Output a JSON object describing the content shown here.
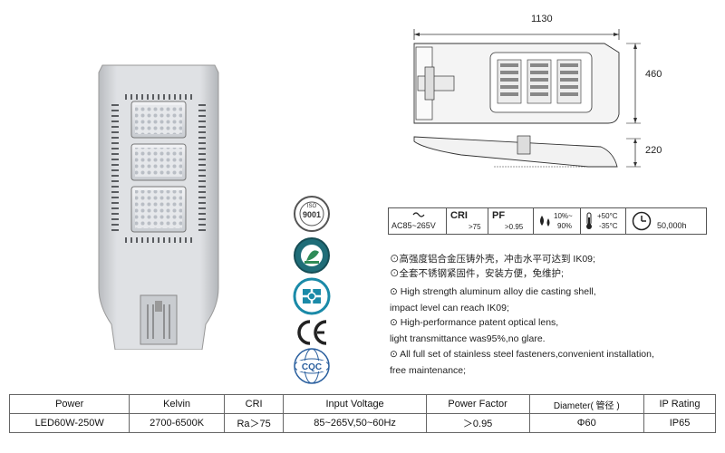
{
  "drawing": {
    "width_dim": "1130",
    "height_dim": "460",
    "side_dim": "220"
  },
  "certs": [
    {
      "icon": "iso9001-icon",
      "label": "ISO 9001"
    },
    {
      "icon": "green-product-icon",
      "label": ""
    },
    {
      "icon": "energy-saving-icon",
      "label": ""
    },
    {
      "icon": "ce-mark-icon",
      "label": "CE"
    },
    {
      "icon": "cqc-icon",
      "label": "CQC"
    }
  ],
  "specs": {
    "voltage": "AC85~265V",
    "cri_title": "CRI",
    "cri_value": ">75",
    "pf_title": "PF",
    "pf_value": ">0.95",
    "humidity_low": "10%~",
    "humidity_high": "90%",
    "temp_high": "+50°C",
    "temp_low": "-35°C",
    "lifetime": "50,000h"
  },
  "features": [
    "⊙高强度铝合金压铸外壳，冲击水平可达到 IK09;",
    "⊙全套不锈钢紧固件，安装方便，免维护;",
    "⊙ High strength aluminum alloy die casting shell,",
    "impact level can reach IK09;",
    "⊙ High-performance patent optical lens,",
    "light transmittance was95%,no glare.",
    "⊙ All full set of stainless steel fasteners,convenient installation,",
    "free maintenance;"
  ],
  "table": {
    "headers": [
      "Power",
      "Kelvin",
      "CRI",
      "Input Voltage",
      "Power Factor",
      "Diameter( 管径 )",
      "IP Rating"
    ],
    "row": [
      "LED60W-250W",
      "2700-6500K",
      "Ra＞75",
      "85~265V,50~60Hz",
      "＞0.95",
      "Φ60",
      "IP65"
    ]
  },
  "colors": {
    "housing": "#d3d5d8",
    "lens": "#e9ecef",
    "line": "#333333"
  }
}
